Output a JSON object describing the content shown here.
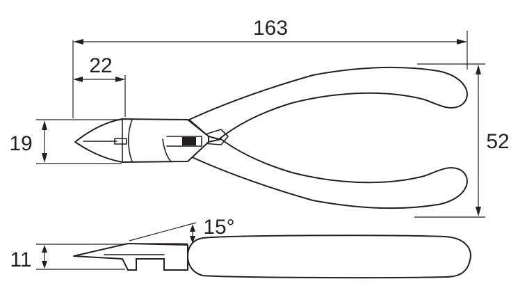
{
  "dimensions": {
    "overall_length": "163",
    "jaw_length": "22",
    "head_width": "19",
    "handle_span": "52",
    "thickness": "11",
    "angle": "15°"
  }
}
